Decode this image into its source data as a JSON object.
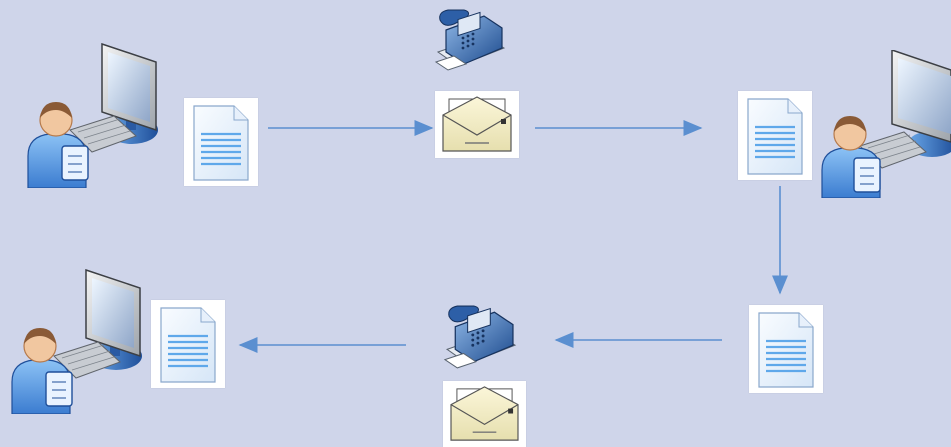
{
  "diagram": {
    "title": "",
    "background_color": "#cfd5ea",
    "arrow_color": "#5b8fd0",
    "nodes": [
      {
        "id": "workstation-1",
        "icon": "user-workstation-icon"
      },
      {
        "id": "document-1",
        "icon": "document-icon"
      },
      {
        "id": "fax-machine-1",
        "icon": "fax-machine-icon"
      },
      {
        "id": "fax-envelope-1",
        "icon": "envelope-icon"
      },
      {
        "id": "document-2",
        "icon": "document-icon"
      },
      {
        "id": "workstation-2",
        "icon": "user-workstation-icon"
      },
      {
        "id": "document-3",
        "icon": "document-icon"
      },
      {
        "id": "fax-machine-2",
        "icon": "fax-machine-icon"
      },
      {
        "id": "fax-envelope-2",
        "icon": "envelope-icon"
      },
      {
        "id": "document-4",
        "icon": "document-icon"
      },
      {
        "id": "workstation-3",
        "icon": "user-workstation-icon"
      }
    ],
    "edges": [
      {
        "from": "document-1",
        "to": "fax-envelope-1"
      },
      {
        "from": "fax-envelope-1",
        "to": "document-2"
      },
      {
        "from": "document-2",
        "to": "document-3"
      },
      {
        "from": "document-3",
        "to": "fax-machine-2"
      },
      {
        "from": "fax-machine-2",
        "to": "document-4"
      }
    ]
  }
}
